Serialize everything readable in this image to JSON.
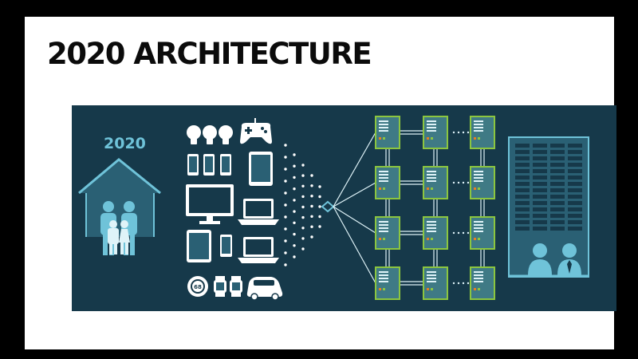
{
  "slide": {
    "title": "2020 ARCHITECTURE"
  },
  "diagram": {
    "year_label": "2020",
    "thermostat_reading": "68",
    "colors": {
      "panel_bg": "#16394a",
      "accent_blue": "#6fc3d9",
      "house_fill": "#2a6074",
      "server_green": "#8cc63f",
      "server_fill": "#3f7a85",
      "device_white": "#ffffff"
    },
    "icons": {
      "home": "house-icon",
      "family": "family-icon",
      "bulb": "light-bulb-icon",
      "gamepad": "gamepad-icon",
      "phone": "smartphone-icon",
      "tablet": "tablet-icon",
      "monitor": "monitor-icon",
      "laptop": "laptop-icon",
      "watch": "smartwatch-icon",
      "thermostat": "thermostat-icon",
      "car": "car-icon",
      "router": "router-node-icon",
      "server": "server-icon",
      "datacenter": "datacenter-building-icon",
      "operators": "operators-icon"
    }
  }
}
